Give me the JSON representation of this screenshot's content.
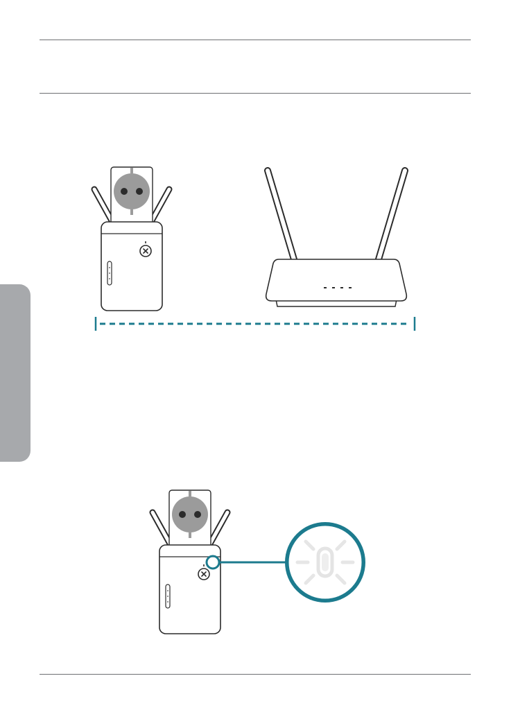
{
  "page": {
    "colors": {
      "rule": "#6d6e71",
      "side_tab": "#a7a9ac",
      "outline": "#2b2b2b",
      "plug": "#9b9b9b",
      "accent": "#1c7b8e"
    }
  },
  "figures": [
    {
      "name": "placement-illustration",
      "elements": [
        "extender-icon",
        "router-icon",
        "distance-dashed-line"
      ]
    },
    {
      "name": "led-illustration",
      "elements": [
        "extender-icon",
        "led-callout-magnifier",
        "light-rays-icon"
      ]
    }
  ]
}
